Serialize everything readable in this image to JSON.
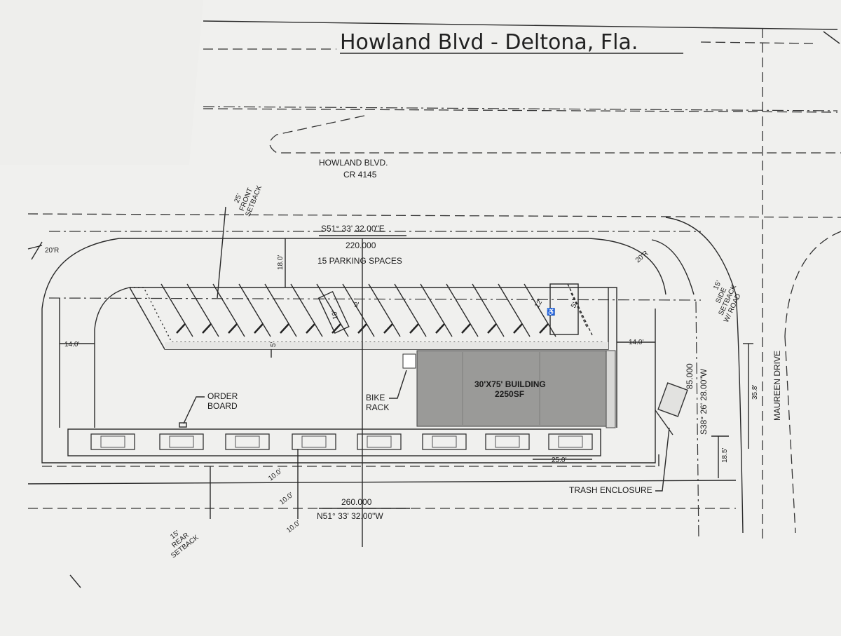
{
  "handwritten_title": "Howland Blvd - Deltona, Fla.",
  "road": {
    "name": "HOWLAND BLVD.",
    "route": "CR 4145"
  },
  "front_setback": [
    "25'",
    "FRONT",
    "SETBACK"
  ],
  "rear_setback": [
    "15'",
    "REAR",
    "SETBACK"
  ],
  "side_setback": [
    "15'",
    "SIDE",
    "SETBACK",
    "W/ ROAD"
  ],
  "bearing_top": "S51° 33' 32.00\"E",
  "distance_top": "220.000",
  "parking_spaces": "15 PARKING SPACES",
  "bearing_bottom": "N51° 33' 32.00\"W",
  "distance_bottom": "260.000",
  "side_bearing": "S38° 26' 28.00\"W",
  "side_distance": "85.000",
  "street_right": "MAUREEN DRIVE",
  "building": {
    "size": "30'X75' BUILDING",
    "area": "2250SF"
  },
  "order_board": [
    "ORDER",
    "BOARD"
  ],
  "bike_rack": [
    "BIKE",
    "RACK"
  ],
  "trash_enclosure": "TRASH ENCLOSURE",
  "dims": {
    "r_left": "20'R",
    "r_right": "20'R",
    "w_left": "14.0'",
    "w_right": "14.0'",
    "stall_depth": "18.0'",
    "stall_depth2": "19'",
    "stall_width": "9'",
    "walk": "5'",
    "lane_10a": "10.0'",
    "lane_10b": "10.0'",
    "lane_10c": "10.0'",
    "queue_len": "25.0'",
    "side_35": "35.8'",
    "side_18": "18.5'",
    "aisle_12": "12'",
    "hc_5": "5'"
  },
  "colors": {
    "paper": "#f1f1ef",
    "ink": "#2a2a2a",
    "building": "#9a9a98"
  }
}
